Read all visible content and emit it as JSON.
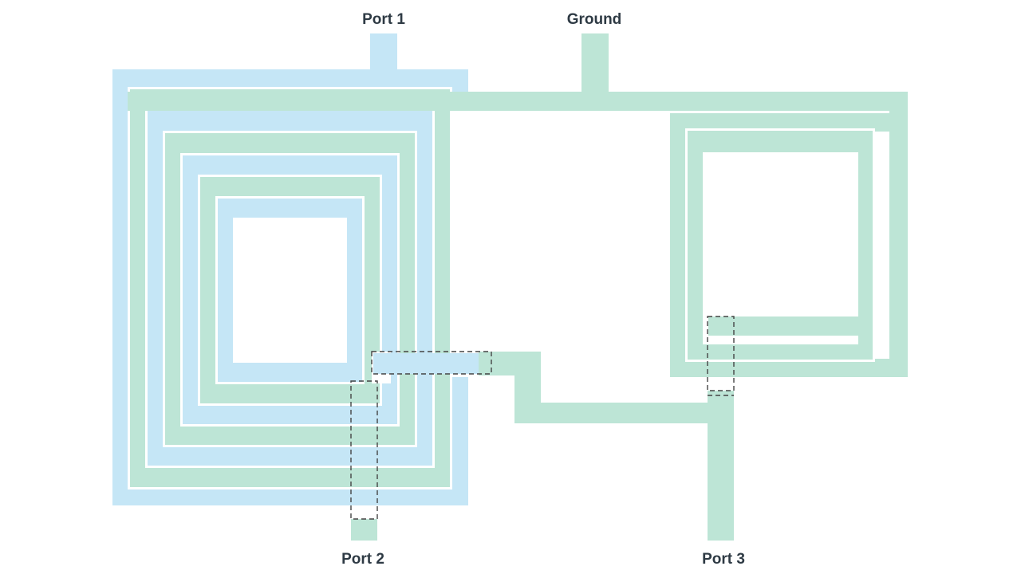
{
  "ports": {
    "port1": "Port 1",
    "ground": "Ground",
    "port2": "Port 2",
    "port3": "Port 3"
  },
  "colors": {
    "winding_primary": "#c5e6f6",
    "winding_secondary": "#bde5d6",
    "label": "#2e3a44",
    "crossover_outline": "#444444"
  }
}
